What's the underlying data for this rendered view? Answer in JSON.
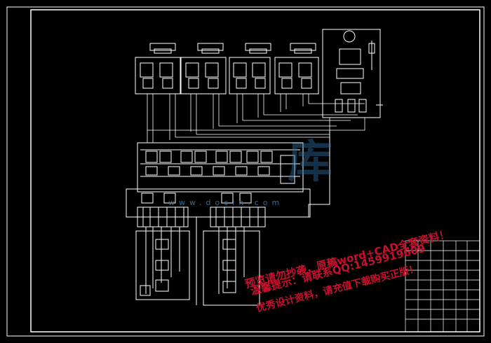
{
  "drawing": {
    "background": "#000000",
    "line_color": "#ffffff",
    "watermark_color": "#c8102e",
    "logo_color": "#2e6e9e"
  },
  "watermark": {
    "line1": "预览请勿抄袭，原稿word+CAD全套资料！",
    "line2": "温馨提示：请联系QQ:1459919609",
    "line3": "优秀设计资料，请充值下载购买正版！",
    "url": "www.docin.com",
    "logo_glyph": "库"
  }
}
